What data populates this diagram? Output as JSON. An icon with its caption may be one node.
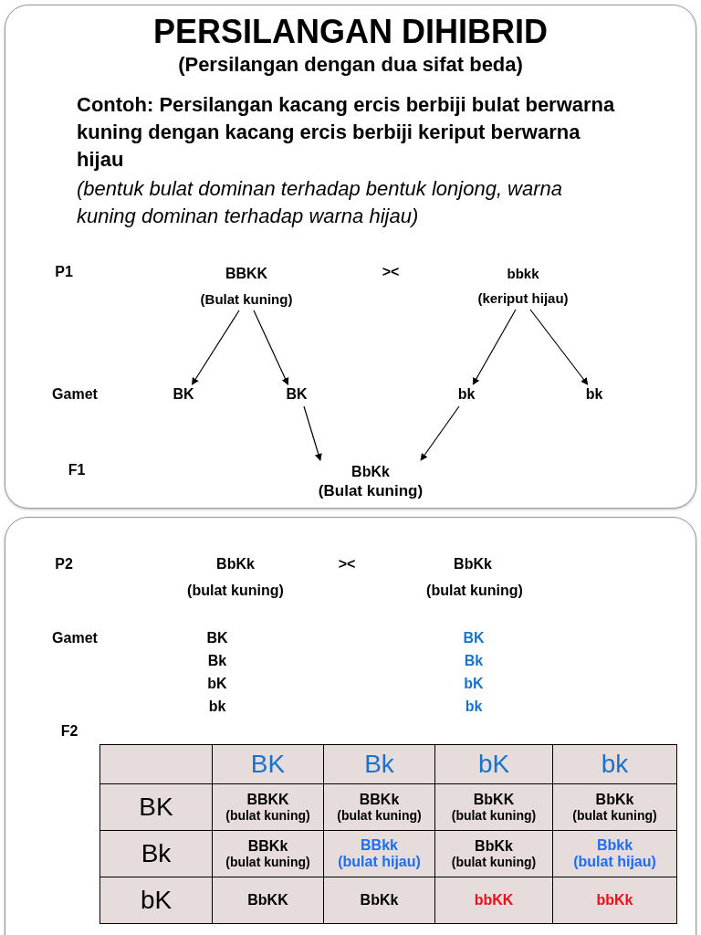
{
  "diagram": {
    "title": "PERSILANGAN DIHIBRID",
    "nodes": [
      {
        "text": [
          "BBKK",
          "(Bulat kuning)"
        ]
      },
      {
        "text": [
          "bbkk",
          "(keriput hijau)"
        ]
      },
      {
        "text": [
          "BK"
        ]
      },
      {
        "text": [
          "BK"
        ]
      },
      {
        "text": [
          "bk"
        ]
      },
      {
        "text": [
          "bk"
        ]
      },
      {
        "text": [
          "BbKk",
          "(Bulat kuning)"
        ]
      }
    ],
    "edges": [
      {
        "from": 0,
        "to": 2,
        "arrow": "to"
      },
      {
        "from": 0,
        "to": 3,
        "arrow": "to"
      },
      {
        "from": 1,
        "to": 4,
        "arrow": "to"
      },
      {
        "from": 1,
        "to": 5,
        "arrow": "to"
      },
      {
        "from": 3,
        "to": 6,
        "arrow": "to"
      },
      {
        "from": 4,
        "to": 6,
        "arrow": "to"
      }
    ],
    "labels": [
      "(Persilangan dengan dua sifat beda)",
      "Contoh: Persilangan kacang ercis berbiji bulat berwarna kuning dengan kacang ercis berbiji keriput berwarna hijau",
      "(bentuk bulat dominan terhadap bentuk lonjong, warna kuning dominan terhadap warna hijau)",
      "P1",
      "><",
      "Gamet",
      "F1",
      "P2",
      "BbKk",
      "><",
      "BbKk",
      "(bulat kuning)",
      "(bulat kuning)",
      "Gamet",
      "BK",
      "BK",
      "Bk",
      "Bk",
      "bK",
      "bK",
      "bk",
      "bk",
      "F2",
      "BK",
      "Bk",
      "bK",
      "bk",
      "BK",
      "BBKK",
      "(bulat kuning)",
      "BBKk",
      "(bulat kuning)",
      "BbKK",
      "(bulat kuning)",
      "BbKk",
      "(bulat kuning)",
      "Bk",
      "BBKk",
      "(bulat kuning)",
      "BBkk",
      "(bulat hijau)",
      "BbKk",
      "(bulat kuning)",
      "Bbkk",
      "(bulat hijau)",
      "bK",
      "BbKK",
      "BbKk",
      "bbKK",
      "bbKk"
    ]
  }
}
